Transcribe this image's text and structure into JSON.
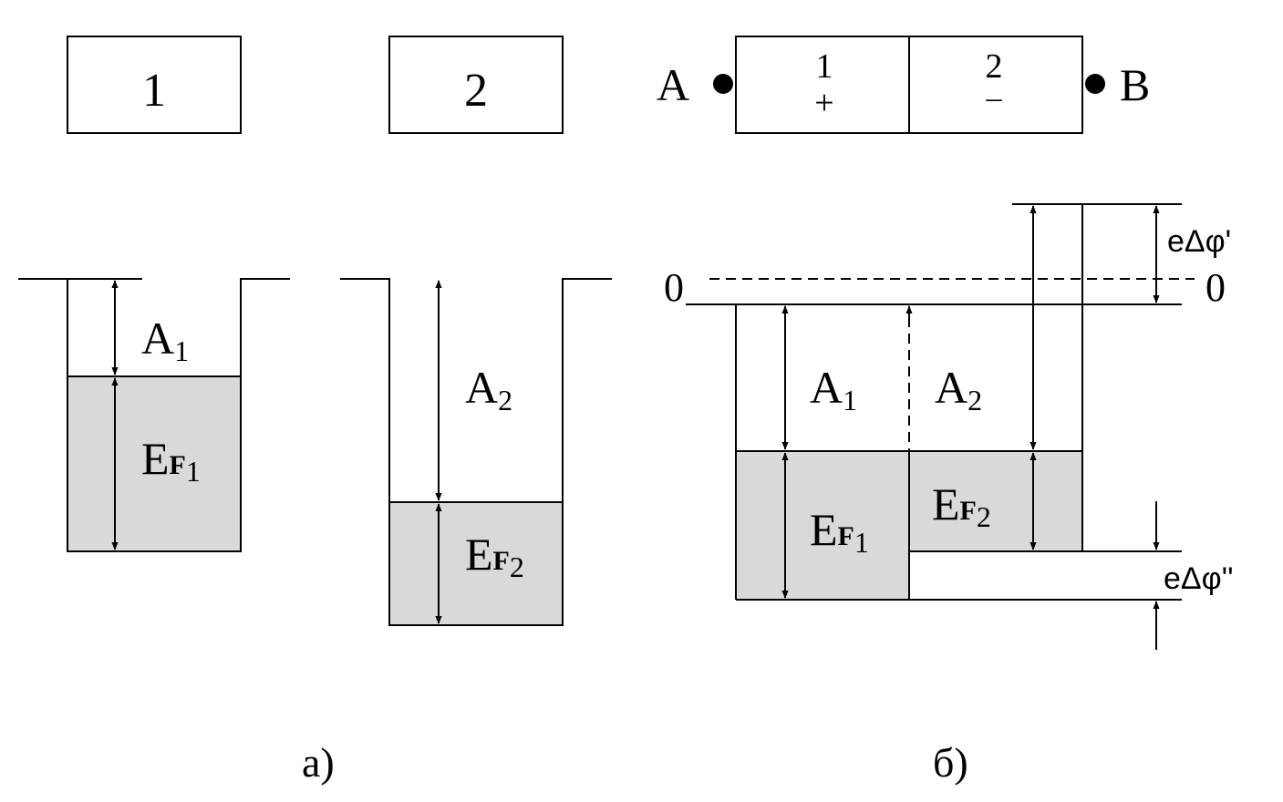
{
  "top": {
    "box1_label": "1",
    "box2_label": "2",
    "junction": {
      "left_terminal": "A",
      "right_terminal": "B",
      "left_number": "1",
      "left_sign": "+",
      "right_number": "2",
      "right_sign": "–"
    }
  },
  "well_a1": {
    "work_main": "A",
    "work_sub": "1",
    "fermi_main": "E",
    "fermi_F": "F",
    "fermi_sub": "1"
  },
  "well_a2": {
    "work_main": "A",
    "work_sub": "2",
    "fermi_main": "E",
    "fermi_F": "F",
    "fermi_sub": "2"
  },
  "contact": {
    "zero_left": "0",
    "zero_right": "0",
    "delta_phi_prime": "eΔφ'",
    "delta_phi_double": "eΔφ''",
    "work1_main": "A",
    "work1_sub": "1",
    "work2_main": "A",
    "work2_sub": "2",
    "fermi1_main": "E",
    "fermi1_F": "F",
    "fermi1_sub": "1",
    "fermi2_main": "E",
    "fermi2_F": "F",
    "fermi2_sub": "2"
  },
  "captions": {
    "a": "а)",
    "b": "б)"
  },
  "colors": {
    "fill": "#d9d9d9",
    "stroke": "#000000"
  }
}
